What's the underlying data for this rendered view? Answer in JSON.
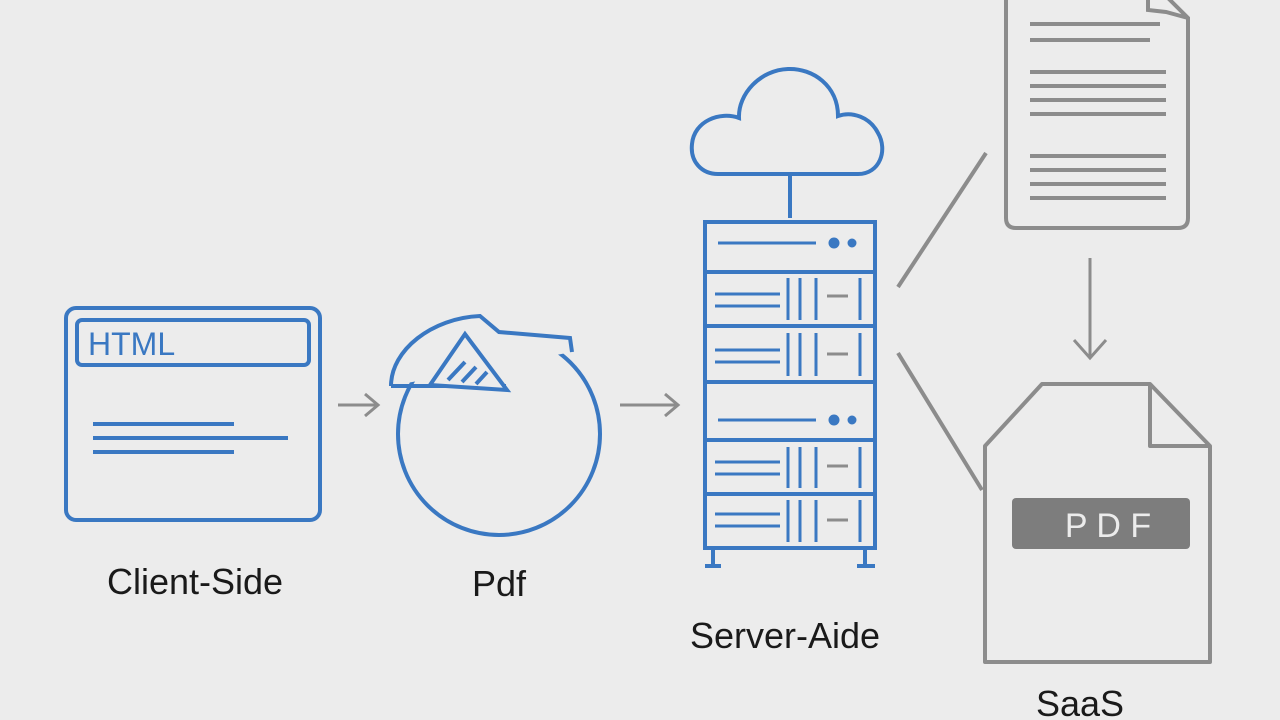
{
  "colors": {
    "background": "#ececec",
    "blue": "#3a78c2",
    "gray": "#8c8c8c",
    "text": "#1a1a1a"
  },
  "client": {
    "window_title": "HTML",
    "caption": "Client-Side"
  },
  "pdf_node": {
    "caption": "Pdf"
  },
  "server": {
    "caption": "Server-Aide"
  },
  "saas": {
    "badge": "P D F",
    "caption": "SaaS"
  },
  "icons": [
    "html-window-icon",
    "arrow-right-icon",
    "pdf-circle-icon",
    "cloud-icon",
    "server-rack-icon",
    "text-document-icon",
    "arrow-down-icon",
    "pdf-file-icon"
  ]
}
